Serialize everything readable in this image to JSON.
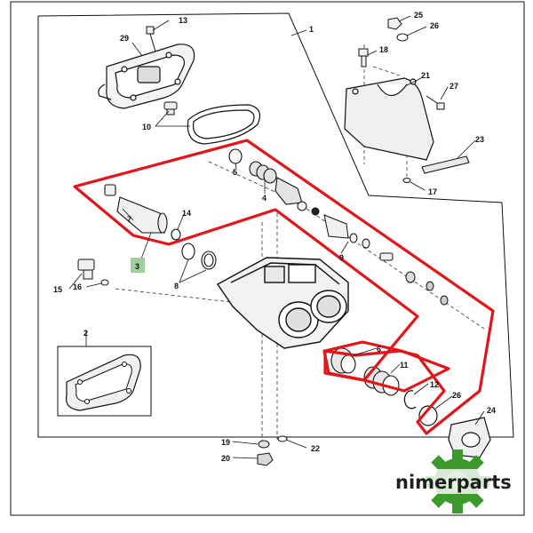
{
  "diagram": {
    "callouts": {
      "c1": "1",
      "c2": "2",
      "c3": "3",
      "c4": "4",
      "c5": "5",
      "c6": "6",
      "c7": "7",
      "c8": "8",
      "c9": "9",
      "c10": "10",
      "c11": "11",
      "c12": "12",
      "c13": "13",
      "c14": "14",
      "c15": "15",
      "c16": "16",
      "c17": "17",
      "c18": "18",
      "c19": "19",
      "c20": "20",
      "c21": "21",
      "c22": "22",
      "c23": "23",
      "c24": "24",
      "c25": "25",
      "c26a": "26",
      "c26b": "26",
      "c27": "27",
      "c29": "29"
    },
    "highlight_color": "#e0161b",
    "highlight_label_bg": "#9fcf9d"
  },
  "watermark": {
    "brand": "nimerparts",
    "logo_color": "#3b9a2b"
  }
}
